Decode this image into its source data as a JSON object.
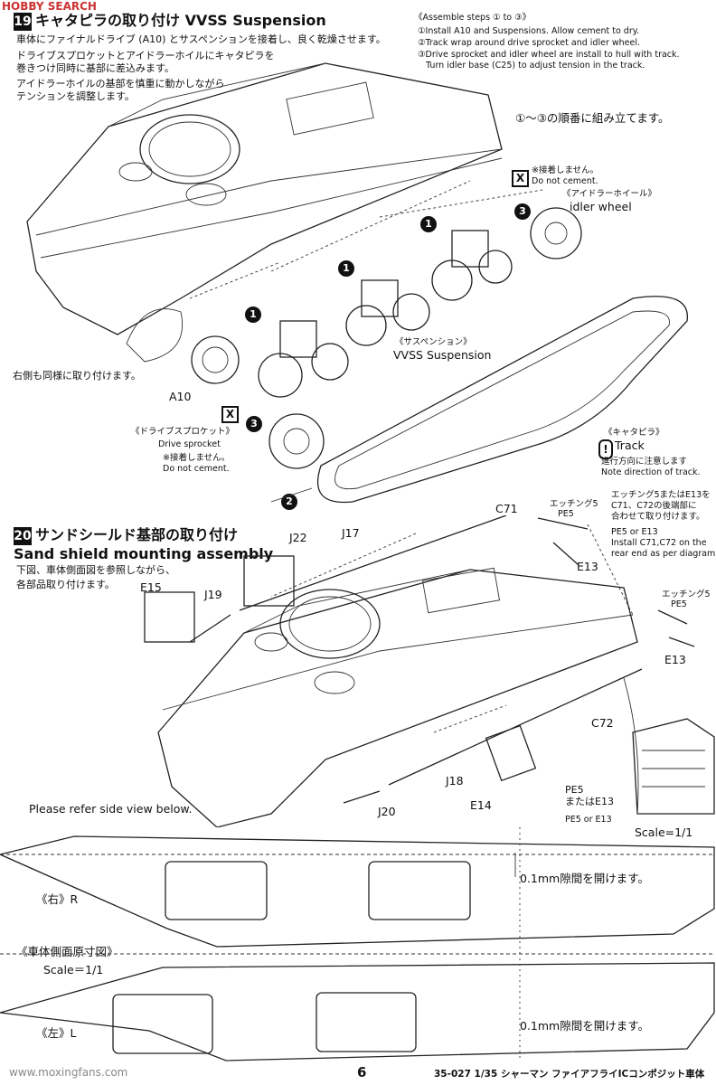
{
  "watermark_top": "HOBBY SEARCH",
  "watermark_bottom": "www.moxingfans.com",
  "step19": {
    "number": "19",
    "title": "キャタピラの取り付け  VVSS Suspension",
    "jp_lines": [
      "車体にファイナルドライブ (A10) とサスペンションを接着し、良く乾燥させます。",
      "ドライブスプロケットとアイドラーホイルにキャタピラを",
      "巻きつけ同時に基部に差込みます。",
      "アイドラーホイルの基部を慎重に動かしながら",
      "テンションを調整します。"
    ],
    "assemble_title": "《Assemble steps ① to ③》",
    "assemble_lines": [
      "①Install A10 and Suspensions. Allow cement to dry.",
      "②Track wrap around drive sprocket and idler wheel.",
      "③Drive sprocket and idler wheel are install to hull with track.",
      "   Turn idler base (C25) to adjust tension in the track."
    ],
    "order_note": "①～③の順番に組み立てます。",
    "no_cement_jp": "※接着しません。",
    "no_cement_en": "Do not cement.",
    "idler_jp": "《アイドラーホイール》",
    "idler_en": "idler wheel",
    "suspension_jp": "《サスペンション》",
    "suspension_en": "VVSS Suspension",
    "right_side_note": "右側も同様に取り付けます。",
    "a10": "A10",
    "sprocket_jp": "《ドライブスプロケット》",
    "sprocket_en": "Drive sprocket",
    "sprocket_no_cement_jp": "※接着しません。",
    "sprocket_no_cement_en": "Do not cement.",
    "track_jp": "《キャタピラ》",
    "track_en": "Track",
    "track_note_jp": "進行方向に注意します",
    "track_note_en": "Note direction of track.",
    "step_markers": [
      "1",
      "1",
      "1",
      "2",
      "3",
      "3"
    ]
  },
  "step20": {
    "number": "20",
    "title_jp": "サンドシールド基部の取り付け",
    "title_en": "Sand shield mounting assembly",
    "jp_lines": [
      "下図、車体側面図を参照しながら、",
      "各部品取り付けます。"
    ],
    "parts": {
      "c71": "C71",
      "j22": "J22",
      "j17": "J17",
      "e15": "E15",
      "j19": "J19",
      "e13_a": "E13",
      "e13_b": "E13",
      "c72": "C72",
      "j18": "J18",
      "e14": "E14",
      "j20": "J20",
      "pe5_a": "PE5",
      "pe5_b": "PE5"
    },
    "etching_jp": "エッチング5",
    "etching_note_jp": [
      "エッチング5またはE13を",
      "C71、C72の後端部に",
      "合わせて取り付けます。"
    ],
    "etching_note_en": [
      "PE5 or E13",
      "Install C71,C72 on the",
      "rear end as per diagram."
    ],
    "pe5_or_e13_jp": "PE5\nまたはE13",
    "pe5_or_e13_en": "PE5 or E13",
    "refer_note": "Please refer side view below."
  },
  "side_view": {
    "scale_top": "Scale=1/1",
    "right_label": "《右》R",
    "gap_note_1": "0.1mm隙間を開けます。",
    "title": "《車体側面原寸図》",
    "scale": "Scale＝1/1",
    "left_label": "《左》L",
    "gap_note_2": "0.1mm隙間を開けます。"
  },
  "footer": {
    "page_number": "6",
    "product": "35-027 1/35 シャーマン ファイアフライICコンポジット車体"
  }
}
